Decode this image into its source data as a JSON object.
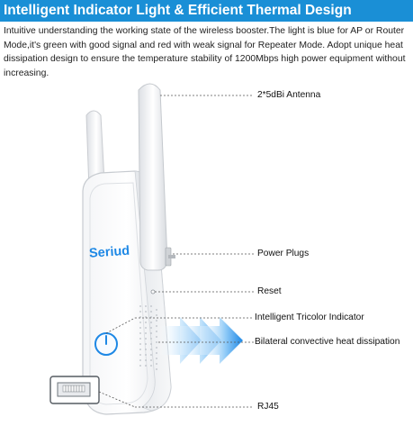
{
  "header": {
    "title": "Intelligent Indicator Light & Efficient Thermal Design"
  },
  "description": {
    "text": "Intuitive understanding the working state of the wireless booster.The light is blue for AP or Router Mode,it's green with  good signal and red with weak signal for Repeater Mode. Adopt unique heat dissipation design to ensure the temperature stability of 1200Mbps high power equipment without  increasing."
  },
  "product": {
    "brand": "Seriud"
  },
  "callouts": {
    "antenna": "2*5dBi Antenna",
    "plugs": "Power Plugs",
    "reset": "Reset",
    "indicator": "Intelligent Tricolor Indicator",
    "heat": "Bilateral convective heat dissipation",
    "rj45": "RJ45"
  },
  "colors": {
    "banner": "#1a8fd6",
    "accent_blue": "#1e88e5",
    "arrow_light": "#cde9ff"
  }
}
